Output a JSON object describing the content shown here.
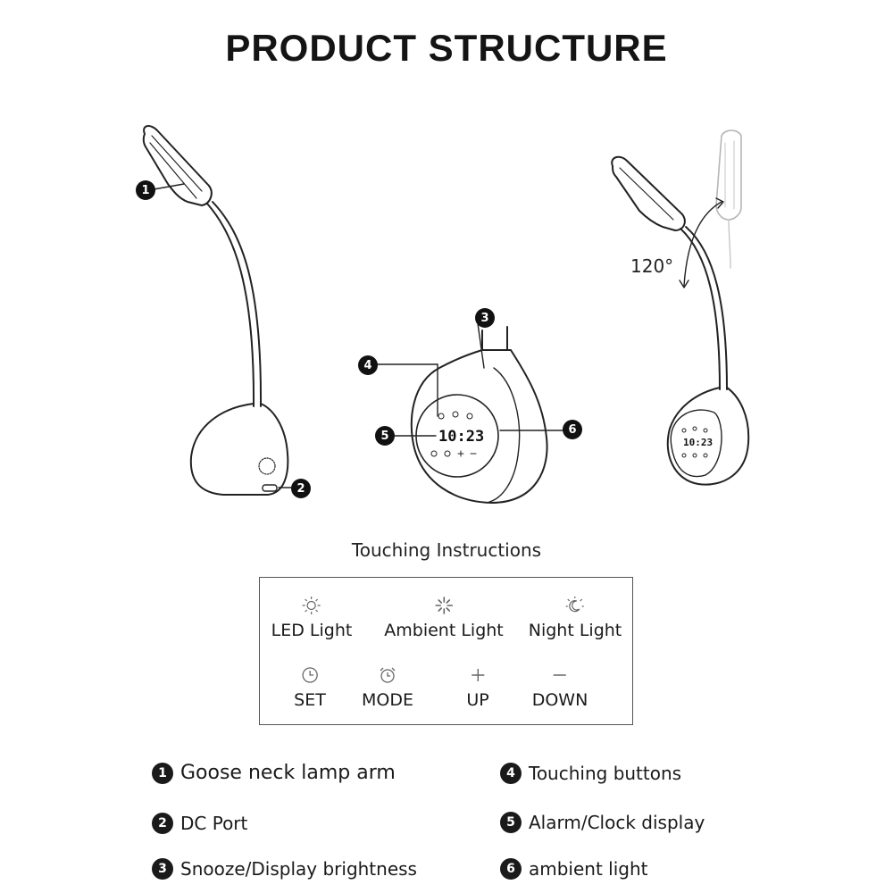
{
  "title": "PRODUCT STRUCTURE",
  "angle_label": "120°",
  "clock_display": "10:23",
  "callouts": [
    "1",
    "2",
    "3",
    "4",
    "5",
    "6"
  ],
  "touch_heading": "Touching Instructions",
  "buttons_row1": [
    {
      "label": "LED Light",
      "icon": "sun-icon"
    },
    {
      "label": "Ambient Light",
      "icon": "sparkle-icon"
    },
    {
      "label": "Night Light",
      "icon": "moon-sun-icon"
    }
  ],
  "buttons_row2": [
    {
      "label": "SET",
      "icon": "clock-icon"
    },
    {
      "label": "MODE",
      "icon": "alarm-clock-icon"
    },
    {
      "label": "UP",
      "icon": "plus-icon"
    },
    {
      "label": "DOWN",
      "icon": "minus-icon"
    }
  ],
  "legend": [
    {
      "num": "1",
      "text": "Goose neck lamp arm"
    },
    {
      "num": "2",
      "text": "DC Port"
    },
    {
      "num": "3",
      "text": "Snooze/Display brightness"
    },
    {
      "num": "4",
      "text": "Touching buttons"
    },
    {
      "num": "5",
      "text": "Alarm/Clock display"
    },
    {
      "num": "6",
      "text": "ambient light"
    }
  ]
}
